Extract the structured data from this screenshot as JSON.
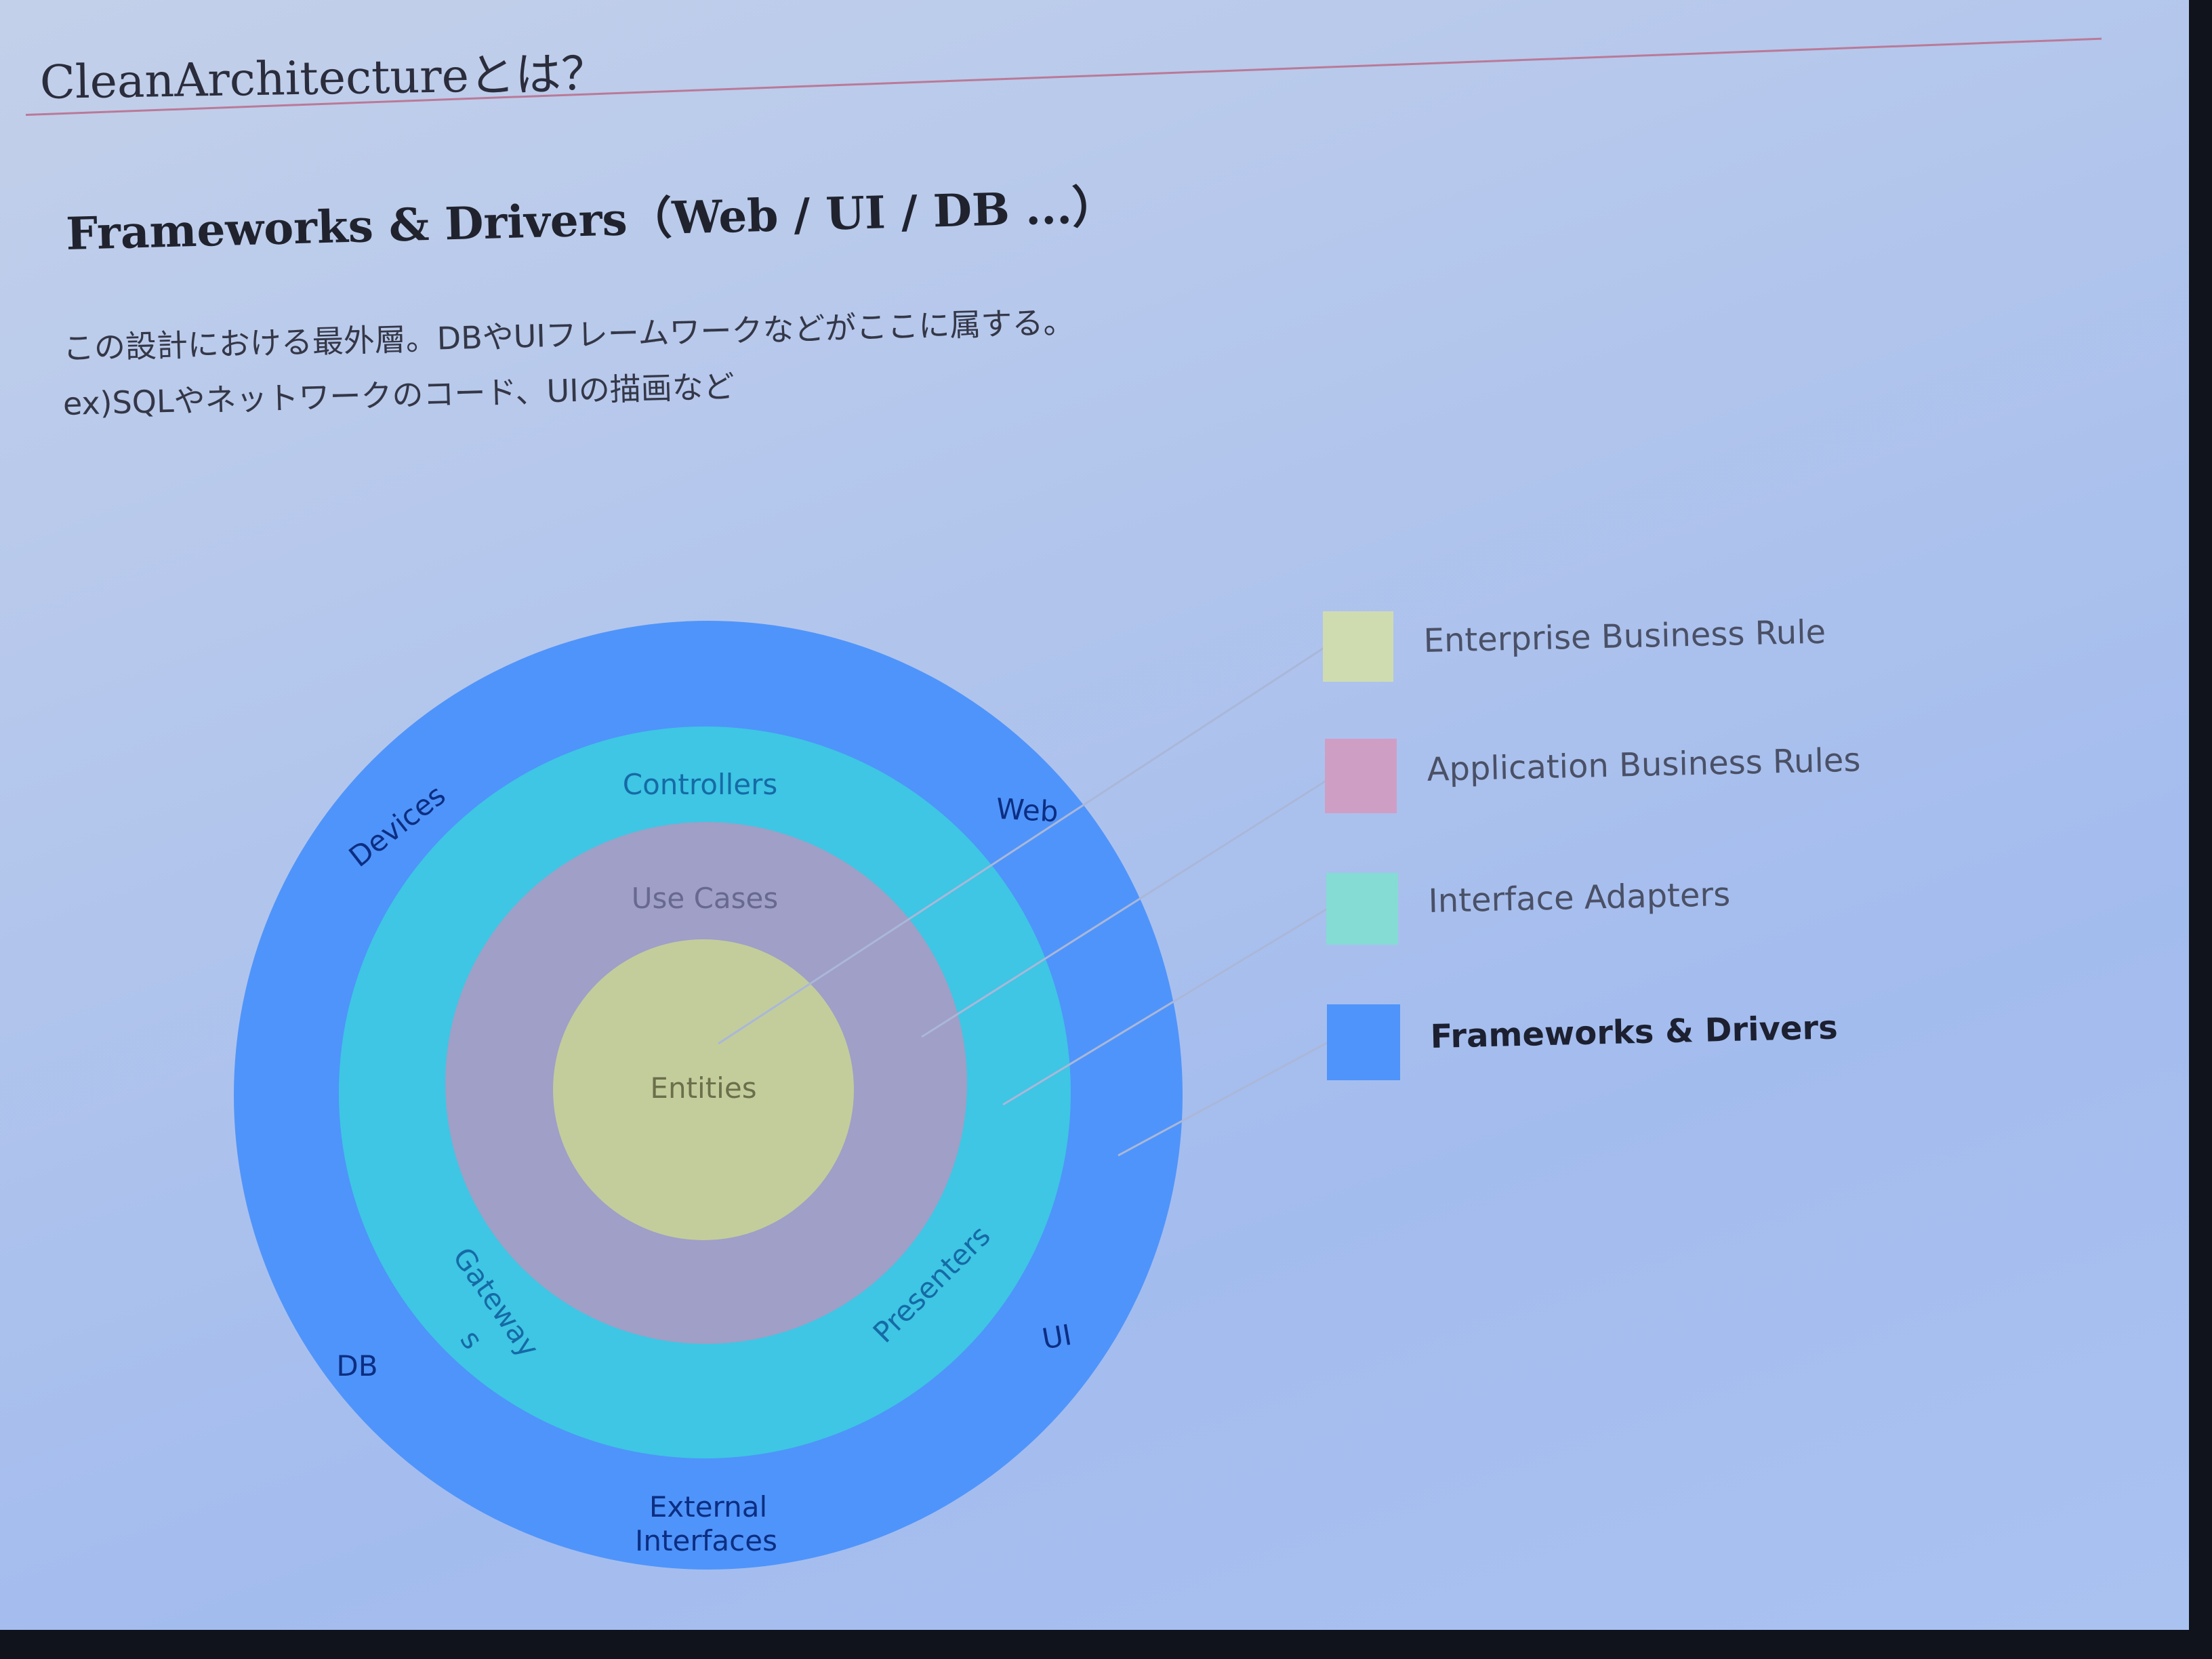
{
  "slide": {
    "title": "CleanArchitectureとは？",
    "heading": "Frameworks & Drivers（Web / UI / DB ...）",
    "description_lines": [
      "この設計における最外層。DBやUIフレームワークなどがここに属する。",
      "ex)SQLやネットワークのコード、UIの描画など"
    ]
  },
  "diagram": {
    "rings": {
      "outer": {
        "color": "#4f94fa",
        "labels": [
          "Devices",
          "Web",
          "DB",
          "UI",
          "External",
          "Interfaces"
        ]
      },
      "adapters": {
        "color": "#3ec6e4",
        "labels": [
          "Controllers",
          "Gateway",
          "s",
          "Presenters"
        ]
      },
      "usecases": {
        "color": "#9f9fc7",
        "labels": [
          "Use Cases"
        ]
      },
      "entities": {
        "color": "#c3cd9c",
        "labels": [
          "Entities"
        ]
      }
    }
  },
  "legend": [
    {
      "label": "Enterprise Business Rule",
      "color": "#cfdcb0"
    },
    {
      "label": "Application Business Rules",
      "color": "#cf9ec5"
    },
    {
      "label": "Interface Adapters",
      "color": "#84dcd4"
    },
    {
      "label": "Frameworks & Drivers",
      "color": "#4f94fa"
    }
  ]
}
